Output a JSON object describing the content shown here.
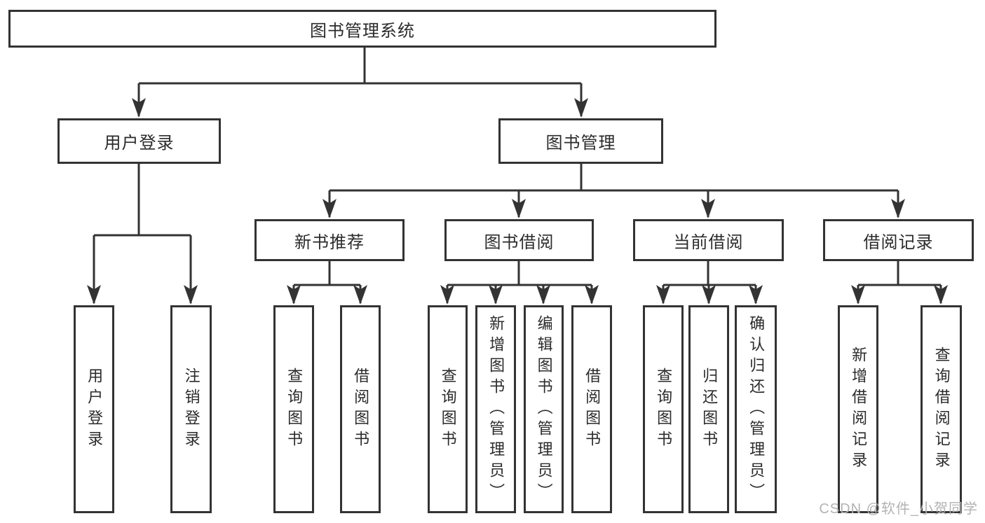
{
  "tree": {
    "root": {
      "label": "图书管理系统",
      "children": [
        {
          "label": "用户登录",
          "children": [
            {
              "label": "用户登录"
            },
            {
              "label": "注销登录"
            }
          ]
        },
        {
          "label": "图书管理",
          "children": [
            {
              "label": "新书推荐",
              "children": [
                {
                  "label": "查询图书"
                },
                {
                  "label": "借阅图书"
                }
              ]
            },
            {
              "label": "图书借阅",
              "children": [
                {
                  "label": "查询图书"
                },
                {
                  "label": "新增图书（管理员）"
                },
                {
                  "label": "编辑图书（管理员）"
                },
                {
                  "label": "借阅图书"
                }
              ]
            },
            {
              "label": "当前借阅",
              "children": [
                {
                  "label": "查询图书"
                },
                {
                  "label": "归还图书"
                },
                {
                  "label": "确认归还（管理员）"
                }
              ]
            },
            {
              "label": "借阅记录",
              "children": [
                {
                  "label": "新增借阅记录"
                },
                {
                  "label": "查询借阅记录"
                }
              ]
            }
          ]
        }
      ]
    }
  },
  "watermark": {
    "text": "CSDN @软件_小贺同学",
    "color": "#b3b3b3"
  },
  "colors": {
    "line": "#333333",
    "box_border": "#333333",
    "box_fill": "#ffffff",
    "text": "#2b2b2b",
    "background": "#ffffff"
  }
}
